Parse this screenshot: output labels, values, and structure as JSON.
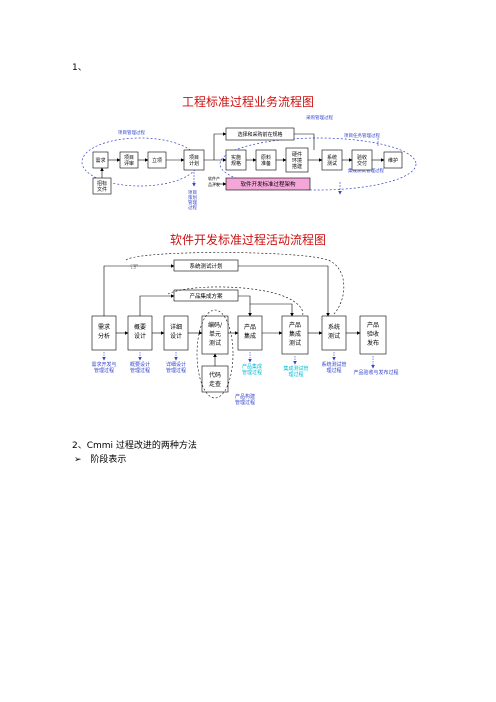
{
  "page": {
    "section1_num": "1、",
    "section2_heading": "2、Cmmi 过程改进的两种方法",
    "bullet_symbol": "➢",
    "bullet_text": "阶段表示"
  },
  "fig1": {
    "title": "工程标准过程业务流程图",
    "label_purchase": "采购管理过程",
    "label_proj_mgmt": "项目管理过程",
    "label_proj_task": "项目任务管理过程",
    "label_integ_test": "集成测试管理过程",
    "label_proj_mgmt_v": [
      "项目",
      "策划",
      "管理",
      "过程"
    ],
    "label_sw_prod": [
      "软件产",
      "品开发"
    ],
    "box_requirement": "需求",
    "box_plan_review": [
      "项目",
      "评审"
    ],
    "box_proposal": [
      "立项"
    ],
    "box_project_plan": [
      "项目",
      "计划"
    ],
    "box_bid_doc": [
      "招标",
      "文件"
    ],
    "box_select_supplier": "选择和采购前在规格",
    "box_implement": [
      "实施",
      "规格"
    ],
    "box_materials": [
      "原料",
      "准备"
    ],
    "box_hardware": [
      "硬件",
      "环境",
      "搭建"
    ],
    "box_system_test": [
      "系统",
      "测试"
    ],
    "box_acceptance": [
      "验收",
      "交付"
    ],
    "box_maintain": "维护",
    "box_sw_process": "软件开发标准过程架构"
  },
  "fig2": {
    "title": "软件开发标准过程活动流程图",
    "box_system_test_plan": "系统测试计划",
    "box_integration_plan": "产品集成方案",
    "box_req": [
      "需求",
      "分析"
    ],
    "box_hld": [
      "概要",
      "设计"
    ],
    "box_lld": [
      "详细",
      "设计"
    ],
    "box_code": [
      "编码/",
      "单元",
      "测试"
    ],
    "box_integ": [
      "产品",
      "集成"
    ],
    "box_integ_test": [
      "产品",
      "集成",
      "测试"
    ],
    "box_sys_test": [
      "系统",
      "测试"
    ],
    "box_release": [
      "产品",
      "验收",
      "发布"
    ],
    "box_review": [
      "代码",
      "走查"
    ],
    "lbl_req": [
      "需求开发与",
      "管理过程"
    ],
    "lbl_hld": [
      "概要设计",
      "管理过程"
    ],
    "lbl_lld": [
      "详细设计",
      "管理过程"
    ],
    "lbl_integ": [
      "产品集成",
      "管理过程"
    ],
    "lbl_integ_test": [
      "集成测试管",
      "理过程"
    ],
    "lbl_sys_test": [
      "系统测试管",
      "理过程"
    ],
    "lbl_release": "产品验收与发布过程",
    "lbl_build": [
      "产品构建",
      "管理过程"
    ]
  }
}
